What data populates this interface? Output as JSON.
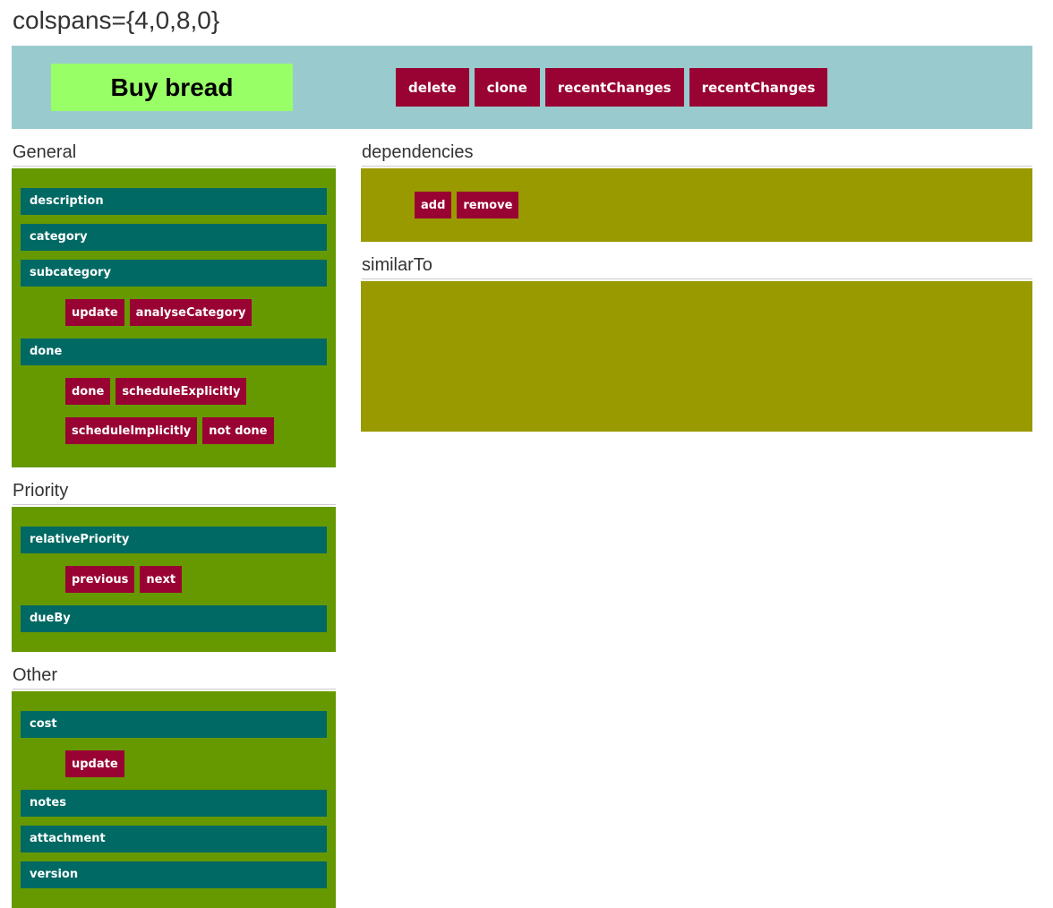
{
  "title": "colspans={4,0,8,0}",
  "header": {
    "task_title": "Buy bread",
    "buttons": [
      "delete",
      "clone",
      "recentChanges",
      "recentChanges"
    ]
  },
  "general": {
    "heading": "General",
    "fields": [
      "description",
      "category",
      "subcategory",
      "done"
    ],
    "category_buttons": [
      "update",
      "analyseCategory"
    ],
    "done_buttons_row1": [
      "done",
      "scheduleExplicitly"
    ],
    "done_buttons_row2": [
      "scheduleImplicitly",
      "not done"
    ]
  },
  "priority": {
    "heading": "Priority",
    "fields": [
      "relativePriority",
      "dueBy"
    ],
    "buttons": [
      "previous",
      "next"
    ]
  },
  "other": {
    "heading": "Other",
    "fields": [
      "cost",
      "notes",
      "attachment",
      "version"
    ],
    "buttons": [
      "update"
    ]
  },
  "dependencies": {
    "heading": "dependencies",
    "buttons": [
      "add",
      "remove"
    ]
  },
  "similar_to": {
    "heading": "similarTo"
  },
  "colors": {
    "header_bar": "#99cbce",
    "task_highlight": "#99ff66",
    "action_button": "#990333",
    "panel_green": "#669900",
    "panel_olive": "#999900",
    "field_bar": "#006963",
    "heading_text": "#333333"
  }
}
